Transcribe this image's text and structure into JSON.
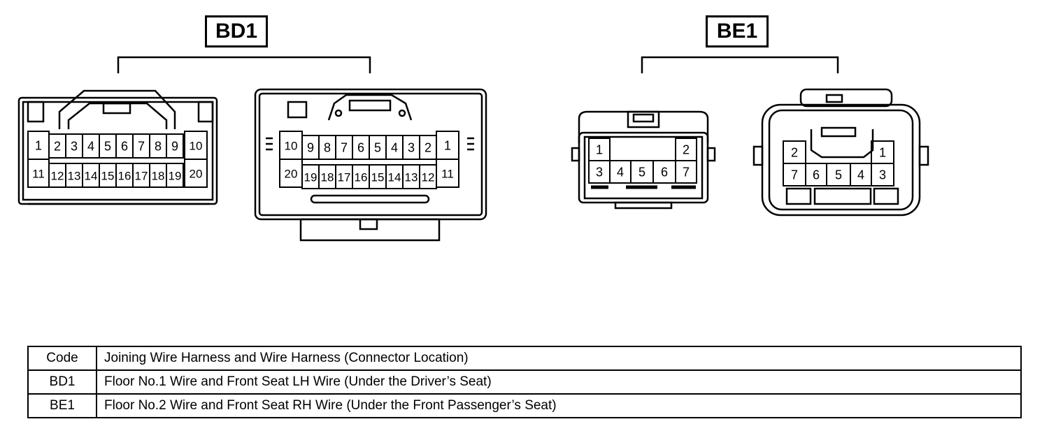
{
  "groups": {
    "left_label": "BD1",
    "right_label": "BE1"
  },
  "connectors": {
    "bd1_female": {
      "top_row": [
        "1",
        "2",
        "3",
        "4",
        "5",
        "6",
        "7",
        "8",
        "9",
        "10"
      ],
      "bottom_row": [
        "11",
        "12",
        "13",
        "14",
        "15",
        "16",
        "17",
        "18",
        "19",
        "20"
      ]
    },
    "bd1_male": {
      "top_row": [
        "10",
        "9",
        "8",
        "7",
        "6",
        "5",
        "4",
        "3",
        "2",
        "1"
      ],
      "bottom_row": [
        "20",
        "19",
        "18",
        "17",
        "16",
        "15",
        "14",
        "13",
        "12",
        "11"
      ]
    },
    "be1_female": {
      "top_row": [
        "1",
        "2"
      ],
      "bottom_row": [
        "3",
        "4",
        "5",
        "6",
        "7"
      ]
    },
    "be1_male": {
      "top_row": [
        "2",
        "1"
      ],
      "bottom_row": [
        "7",
        "6",
        "5",
        "4",
        "3"
      ]
    }
  },
  "table": {
    "header": [
      "Code",
      "Joining Wire Harness and Wire Harness (Connector Location)"
    ],
    "rows": [
      [
        "BD1",
        "Floor No.1 Wire and Front Seat LH Wire (Under the Driver’s Seat)"
      ],
      [
        "BE1",
        "Floor No.2 Wire and Front Seat RH Wire (Under the Front Passenger’s Seat)"
      ]
    ]
  }
}
